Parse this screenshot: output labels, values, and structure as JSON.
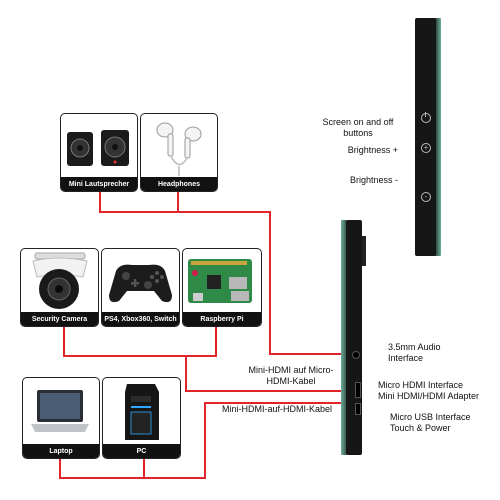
{
  "devices": {
    "mini_speaker": "Mini Lautsprecher",
    "headphones": "Headphones",
    "security_camera": "Security Camera",
    "consoles": "PS4, Xbox360, Switch",
    "raspberry_pi": "Raspberry Pi",
    "laptop": "Laptop",
    "pc": "PC"
  },
  "cables": {
    "mini_to_micro_line1": "Mini-HDMI auf Micro-",
    "mini_to_micro_line2": "HDMI-Kabel",
    "mini_to_mini": "Mini-HDMI-auf-HDMI-Kabel"
  },
  "monitor_controls": {
    "power_line1": "Screen on and off",
    "power_line2": "buttons",
    "brightness_up": "Brightness +",
    "brightness_down": "Brightness -"
  },
  "ports": {
    "audio_line1": "3.5mm Audio",
    "audio_line2": "Interface",
    "hdmi_line1": "Micro HDMI Interface",
    "hdmi_line2": "Mini HDMI/HDMI Adapter",
    "usb_line1": "Micro USB Interface",
    "usb_line2": "Touch & Power"
  },
  "colors": {
    "cable": "#e0242a",
    "monitor": "#161616",
    "glass_edge": "#5e9e88",
    "caption_bg": "#111111"
  }
}
